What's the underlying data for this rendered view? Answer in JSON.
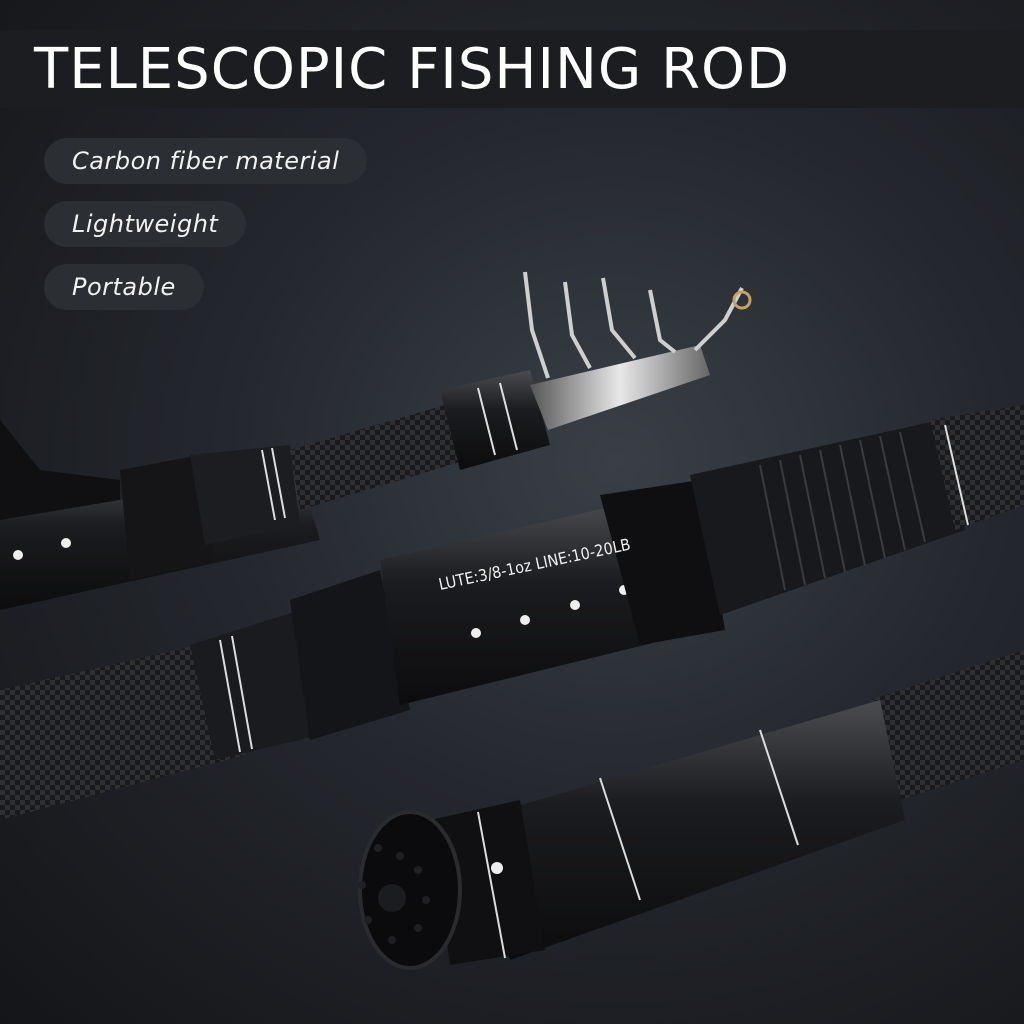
{
  "header": {
    "title": "TELESCOPIC FISHING ROD"
  },
  "features": [
    {
      "label": "Carbon fiber material"
    },
    {
      "label": "Lightweight"
    },
    {
      "label": "Portable"
    }
  ],
  "rod": {
    "spec_label": "LUTE:3/8-1oz  LINE:10-20LB"
  },
  "colors": {
    "background": "#24272d",
    "title_bar": "#1c1d20",
    "pill": "#2b2e33",
    "accent": "#c8a062"
  }
}
